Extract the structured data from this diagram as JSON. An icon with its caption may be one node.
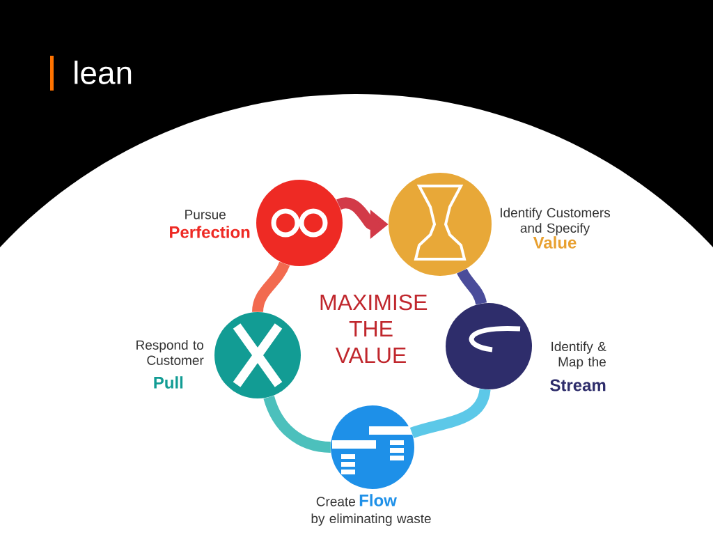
{
  "diagram": {
    "title": "lean",
    "nodes": [
      {
        "text": [],
        "shape": "circle",
        "beside": [
          "Identify Customers and Specify",
          "Value"
        ]
      },
      {
        "text": [],
        "shape": "circle",
        "beside": [
          "Identify & Map the",
          "Stream"
        ]
      },
      {
        "text": [],
        "shape": "circle",
        "beside": [
          "Create",
          "Flow",
          "by eliminating waste"
        ]
      },
      {
        "text": [],
        "shape": "circle",
        "beside": [
          "Respond to Customer",
          "Pull"
        ]
      },
      {
        "text": [],
        "shape": "circle",
        "beside": [
          "Pursue",
          "Perfection"
        ]
      }
    ],
    "edges": [
      {
        "from": 0,
        "to": 1,
        "arrow": "none",
        "color": "#4a4c9a"
      },
      {
        "from": 1,
        "to": 2,
        "arrow": "none",
        "color": "#5cc8e8"
      },
      {
        "from": 2,
        "to": 3,
        "arrow": "none",
        "color": "#4cc0bc"
      },
      {
        "from": 3,
        "to": 4,
        "arrow": "none",
        "color": "#f26a4f"
      },
      {
        "from": 4,
        "to": 0,
        "arrow": "to",
        "color": "#d23a48"
      }
    ],
    "labels": [
      "MAXIMISE THE VALUE"
    ]
  }
}
